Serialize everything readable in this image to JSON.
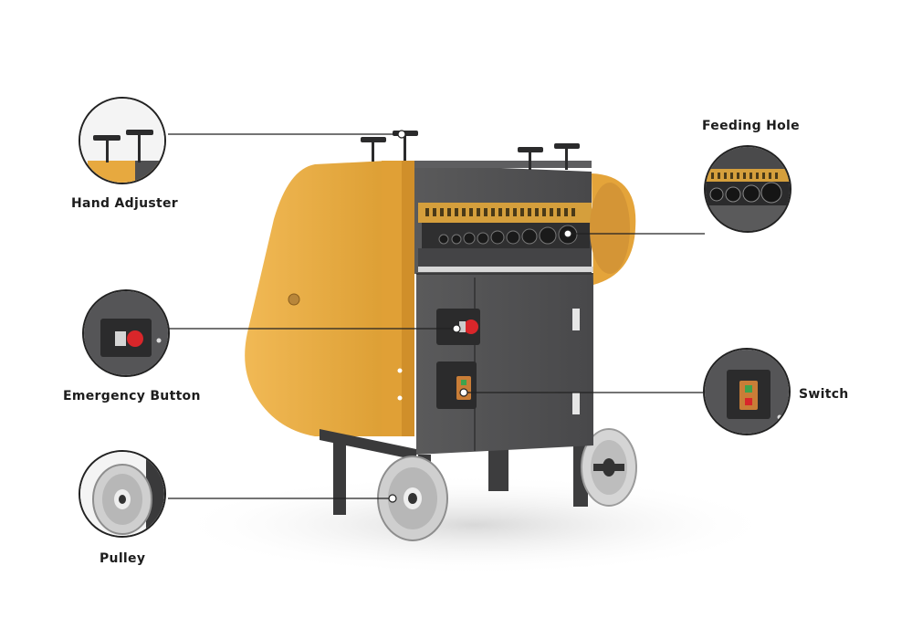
{
  "callouts": {
    "hand_adjuster": {
      "label": "Hand Adjuster"
    },
    "feeding_hole": {
      "label": "Feeding Hole"
    },
    "emergency_button": {
      "label": "Emergency Button"
    },
    "switch": {
      "label": "Switch"
    },
    "pulley": {
      "label": "Pulley"
    }
  },
  "colors": {
    "body_orange": "#e7a93f",
    "body_dark": "#4f4f50",
    "outline": "#222222",
    "button_red": "#d9262a",
    "switch_green": "#3fa34d",
    "wheel_grey": "#c8c8c8"
  }
}
